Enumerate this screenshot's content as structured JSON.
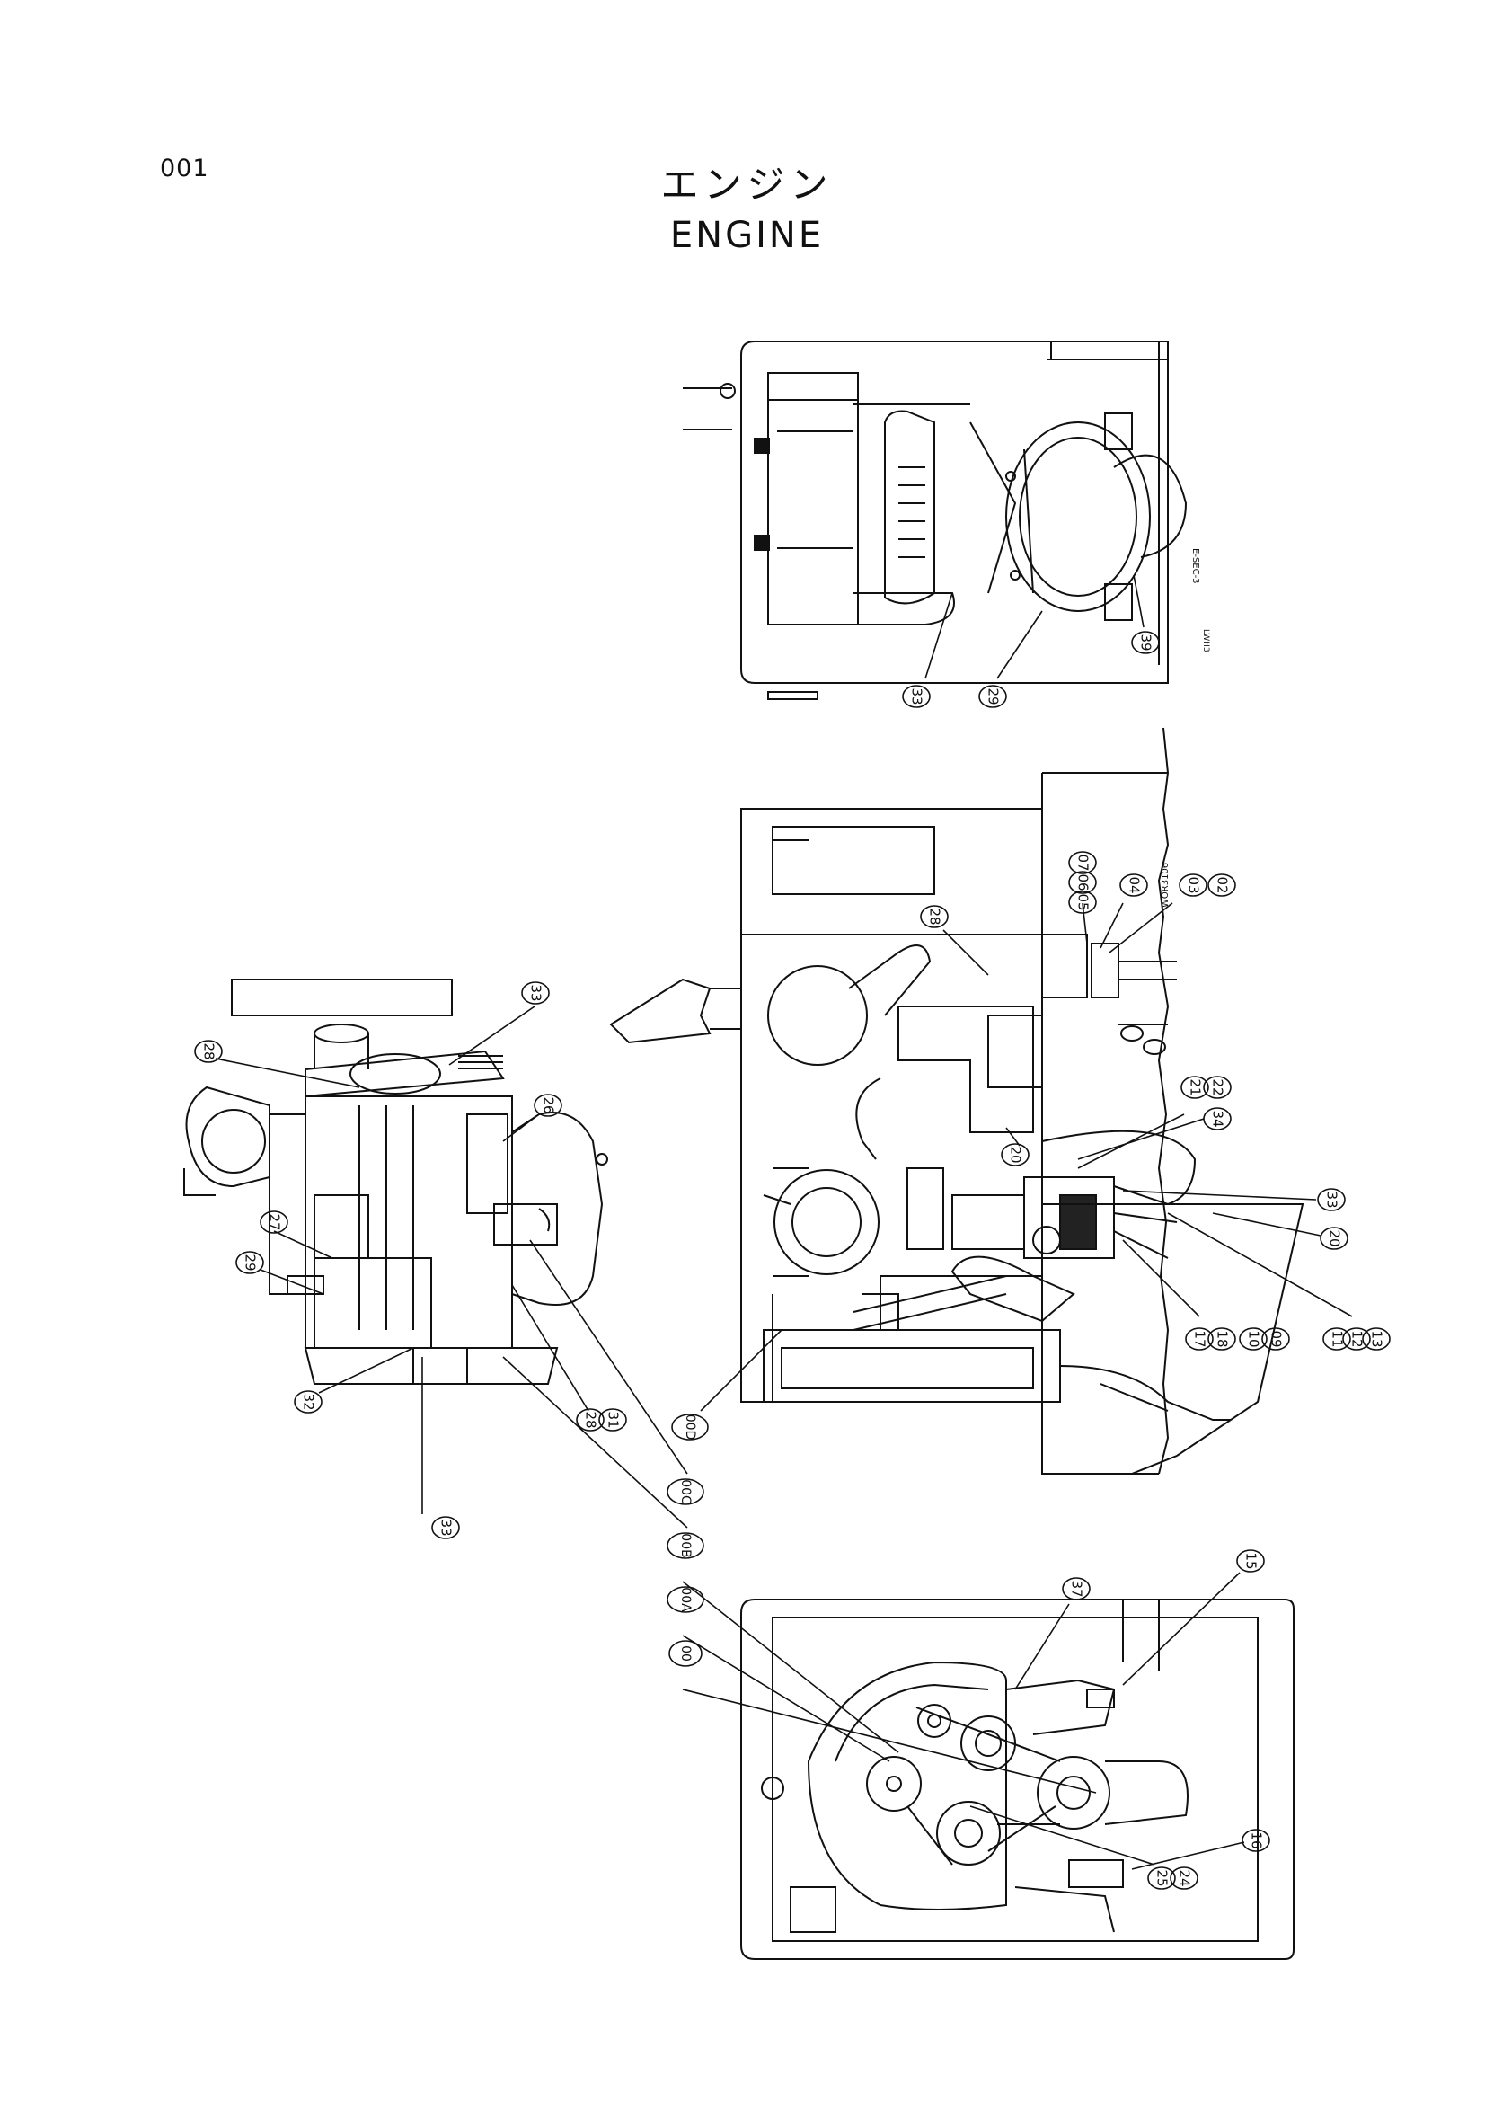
{
  "page": {
    "number": "001",
    "title_ja": "エンジン",
    "title_en": "ENGINE"
  },
  "diagram": {
    "views": [
      {
        "id": "top-view"
      },
      {
        "id": "main-view"
      },
      {
        "id": "side-view"
      },
      {
        "id": "front-view"
      }
    ],
    "callouts": {
      "top_view": [
        "33",
        "29",
        "39"
      ],
      "main_view": [
        "28",
        "07",
        "06",
        "05",
        "04",
        "03",
        "02",
        "21",
        "22",
        "34",
        "20",
        "33",
        "20",
        "17",
        "18",
        "10",
        "09",
        "11",
        "12",
        "13",
        "00D"
      ],
      "side_view": [
        "28",
        "33",
        "26",
        "27",
        "29",
        "32",
        "33",
        "28",
        "31"
      ],
      "leaders": [
        "00C",
        "00B",
        "00A",
        "00"
      ],
      "front_view": [
        "37",
        "15",
        "16",
        "25",
        "24"
      ]
    },
    "small_text": {
      "top_view_tag": "E-SEC-3",
      "top_view_tag2": "LWH3",
      "main_view_tag": "WOR3106"
    }
  }
}
